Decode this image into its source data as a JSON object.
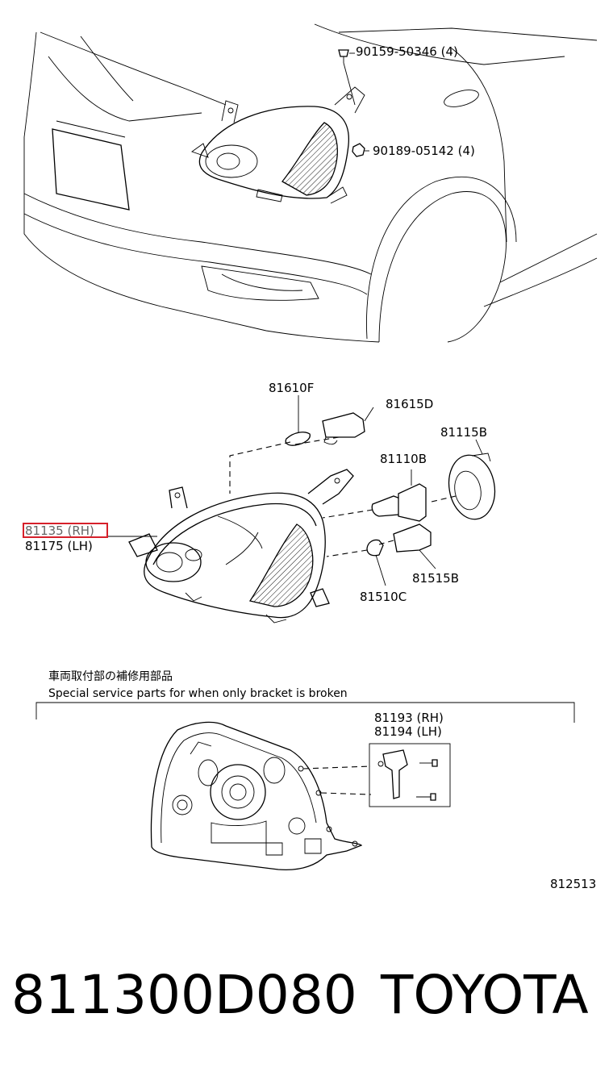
{
  "top_section": {
    "fasteners": [
      {
        "part": "90159-50346 (4)"
      },
      {
        "part": "90189-05142 (4)"
      }
    ]
  },
  "exploded_section": {
    "headlamp": {
      "rh": "81135 (RH)",
      "lh": "81175 (LH)",
      "highlight_color": "#d6202a"
    },
    "parts": [
      {
        "part": "81610F"
      },
      {
        "part": "81615D"
      },
      {
        "part": "81115B"
      },
      {
        "part": "81110B"
      },
      {
        "part": "81515B"
      },
      {
        "part": "81510C"
      }
    ]
  },
  "service_section": {
    "note_jp": "車両取付部の補修用部品",
    "note_en": "Special  service  parts  for  when  only  bracket  is  broken",
    "bracket_rh": "81193 (RH)",
    "bracket_lh": "81194 (LH)"
  },
  "figure_id": "812513",
  "footer": {
    "part_number": "811300D080",
    "brand": "TOYOTA"
  }
}
